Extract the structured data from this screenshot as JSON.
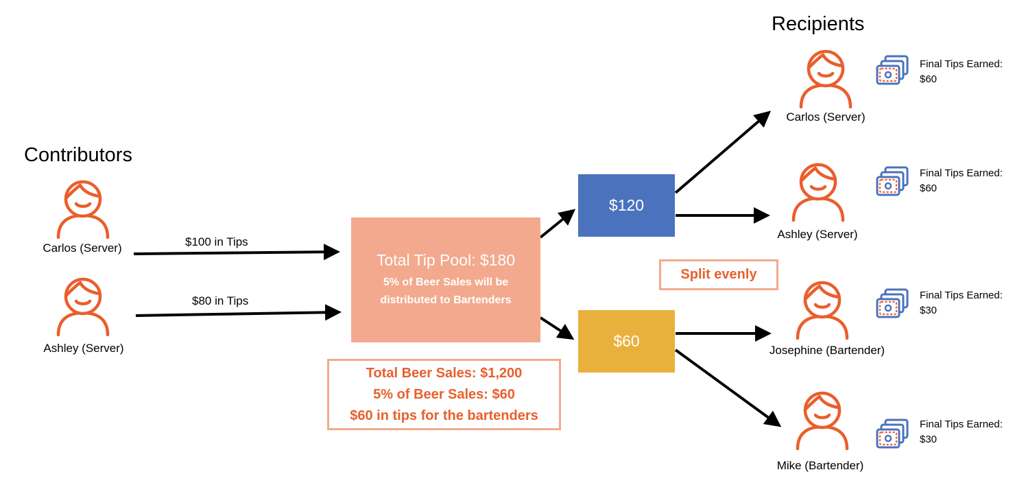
{
  "headings": {
    "contributors": "Contributors",
    "recipients": "Recipients"
  },
  "contributors": [
    {
      "name": "Carlos (Server)",
      "tips": "$100 in Tips"
    },
    {
      "name": "Ashley (Server)",
      "tips": "$80 in Tips"
    }
  ],
  "pool": {
    "title": "Total Tip Pool: $180",
    "line1": "5% of Beer Sales will be",
    "line2": "distributed to Bartenders"
  },
  "split": {
    "servers_amount": "$120",
    "bartenders_amount": "$60",
    "servers_color": "#4a72bd",
    "bartenders_color": "#e9b03c"
  },
  "note": {
    "line1": "Total Beer Sales: $1,200",
    "line2": "5% of Beer Sales: $60",
    "line3": "$60 in tips for the bartenders"
  },
  "split_note": "Split evenly",
  "recipients": [
    {
      "name": "Carlos (Server)",
      "earned_label": "Final Tips Earned:",
      "earned": "$60"
    },
    {
      "name": "Ashley (Server)",
      "earned_label": "Final Tips Earned:",
      "earned": "$60"
    },
    {
      "name": "Josephine (Bartender)",
      "earned_label": "Final Tips Earned:",
      "earned": "$30"
    },
    {
      "name": "Mike (Bartender)",
      "earned_label": "Final Tips Earned:",
      "earned": "$30"
    }
  ],
  "colors": {
    "person_icon": "#ea5e2c",
    "cash_icon": "#4a72bd",
    "cash_accent": "#ea5e2c",
    "pool": "#f2a98d",
    "note_text": "#e8602c"
  },
  "icons": {
    "person": "person-icon",
    "cash": "cash-icon"
  }
}
